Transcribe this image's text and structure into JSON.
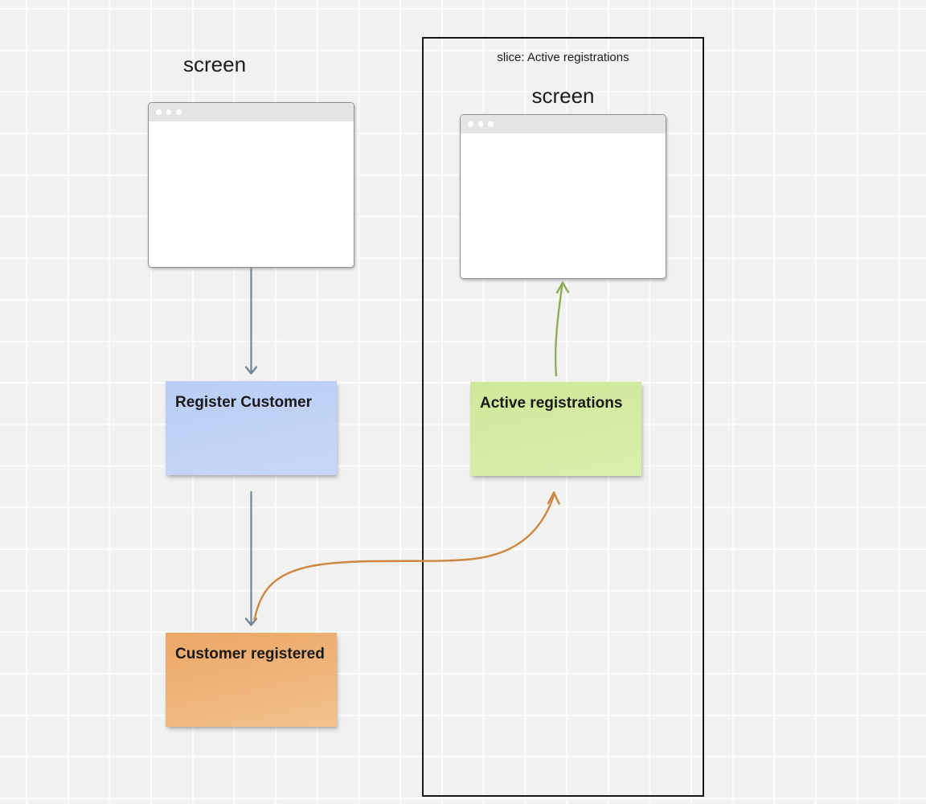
{
  "board": {
    "background_color": "#f1f1f0",
    "grid_line_color": "#fafafa",
    "left_screen": {
      "label": "screen"
    },
    "slice": {
      "title": "slice: Active registrations",
      "screen_label": "screen",
      "border_color": "#161616"
    },
    "notes": [
      {
        "id": "register-customer",
        "label": "Register Customer",
        "color_top": "#b9cdf4",
        "color_bottom": "#c8d7f8"
      },
      {
        "id": "active-registrations",
        "label": "Active registrations",
        "color_top": "#cfe899",
        "color_bottom": "#daf0ac"
      },
      {
        "id": "customer-registered",
        "label": "Customer registered",
        "color_top": "#eba766",
        "color_bottom": "#f3c18d"
      }
    ],
    "connectors": [
      {
        "id": "screen-to-register-customer",
        "color": "#73879f"
      },
      {
        "id": "register-customer-to-customer-registered",
        "color": "#73879f"
      },
      {
        "id": "customer-registered-to-active-registrations",
        "color": "#cc8840"
      },
      {
        "id": "active-registrations-to-screen",
        "color": "#8cae57"
      }
    ]
  }
}
